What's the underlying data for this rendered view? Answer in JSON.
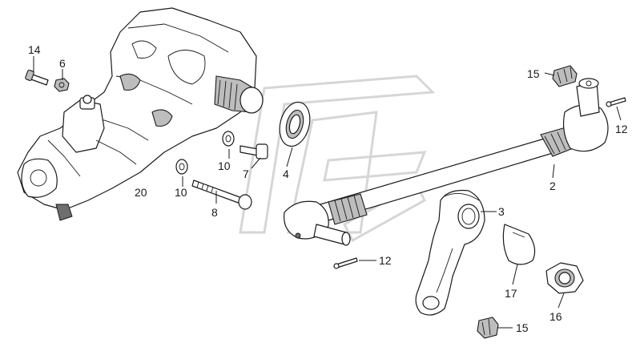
{
  "callouts": [
    {
      "id": "c14",
      "text": "14"
    },
    {
      "id": "c6",
      "text": "6"
    },
    {
      "id": "c20",
      "text": "20"
    },
    {
      "id": "c10a",
      "text": "10"
    },
    {
      "id": "c10b",
      "text": "10"
    },
    {
      "id": "c7",
      "text": "7"
    },
    {
      "id": "c4",
      "text": "4"
    },
    {
      "id": "c8",
      "text": "8"
    },
    {
      "id": "c15a",
      "text": "15"
    },
    {
      "id": "c12a",
      "text": "12"
    },
    {
      "id": "c2",
      "text": "2"
    },
    {
      "id": "c3",
      "text": "3"
    },
    {
      "id": "c12b",
      "text": "12"
    },
    {
      "id": "c17",
      "text": "17"
    },
    {
      "id": "c16",
      "text": "16"
    },
    {
      "id": "c15b",
      "text": "15"
    }
  ]
}
